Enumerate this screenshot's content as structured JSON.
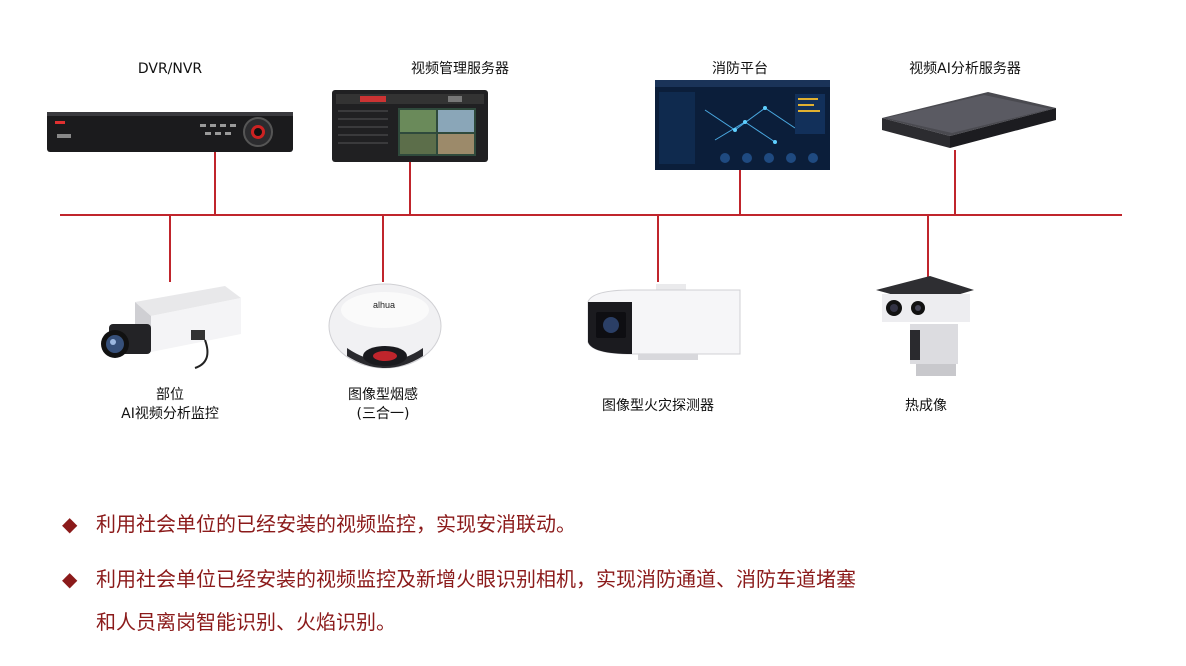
{
  "colors": {
    "bus": "#c0252c",
    "bullet": "#8b1a1a",
    "label": "#111111"
  },
  "devices_top": [
    {
      "id": "dvr",
      "label": "DVR/NVR",
      "icon": "dvr-recorder-icon"
    },
    {
      "id": "vms",
      "label": "视频管理服务器",
      "icon": "video-management-server-icon"
    },
    {
      "id": "fire",
      "label": "消防平台",
      "icon": "fire-platform-screen-icon"
    },
    {
      "id": "ai",
      "label": "视频AI分析服务器",
      "icon": "ai-analysis-server-icon"
    }
  ],
  "devices_bottom": [
    {
      "id": "box",
      "label_line1": "部位",
      "label_line2": "AI视频分析监控",
      "icon": "box-camera-icon"
    },
    {
      "id": "smoke",
      "label_line1": "图像型烟感",
      "label_line2": "(三合一)",
      "icon": "fisheye-smoke-camera-icon",
      "brand": "alhua"
    },
    {
      "id": "bullet",
      "label": "图像型火灾探测器",
      "icon": "bullet-camera-icon"
    },
    {
      "id": "thermal",
      "label": "热成像",
      "icon": "thermal-ptz-camera-icon"
    }
  ],
  "bullets": [
    {
      "lines": [
        "利用社会单位的已经安装的视频监控，实现安消联动。"
      ]
    },
    {
      "lines": [
        "利用社会单位已经安装的视频监控及新增火眼识别相机，实现消防通道、消防车道堵塞",
        "和人员离岗智能识别、火焰识别。"
      ]
    }
  ],
  "bullet_symbol": "◆"
}
